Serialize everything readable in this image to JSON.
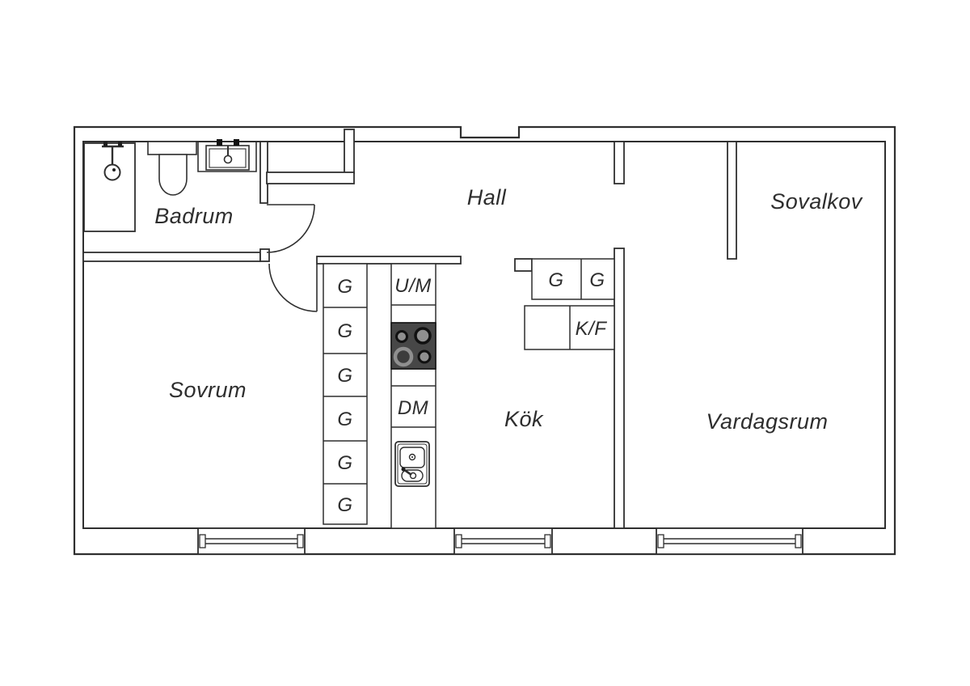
{
  "plan": {
    "type": "apartment-floor-plan",
    "language": "Swedish",
    "rooms_count": 6,
    "windows_count": 3,
    "doors_count": 2
  },
  "labels": {
    "badrum": "Badrum",
    "hall": "Hall",
    "sovalkov": "Sovalkov",
    "sovrum": "Sovrum",
    "kok": "Kök",
    "vardagsrum": "Vardagsrum",
    "wardrobe": "G",
    "washing_machine": "U/M",
    "dishwasher": "DM",
    "fridge_freezer": "K/F"
  },
  "symbols": {
    "bathroom": [
      "shower",
      "toilet",
      "washbasin"
    ],
    "kitchen": [
      "stove-4-burners",
      "sink",
      "dishwasher",
      "washing-machine",
      "fridge-freezer"
    ],
    "wardrobe_units_column": 6,
    "wardrobe_units_hall": 2
  },
  "colors": {
    "background": "#ffffff",
    "line": "#2f2f2f",
    "stove_body": "#474747",
    "burner": "#8f8f8f",
    "text": "#2e2e2e"
  }
}
